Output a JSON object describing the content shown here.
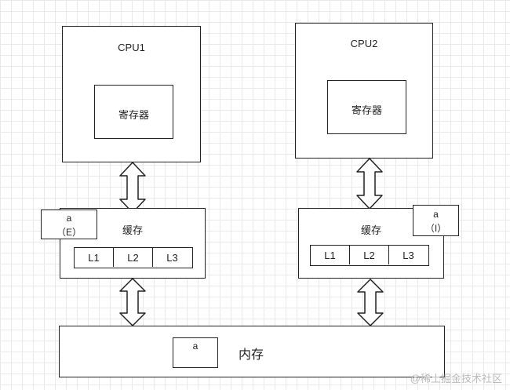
{
  "cpu1": {
    "title": "CPU1",
    "register": "寄存器"
  },
  "cpu2": {
    "title": "CPU2",
    "register": "寄存器"
  },
  "cache_left": {
    "title": "缓存",
    "levels": [
      "L1",
      "L2",
      "L3"
    ],
    "tag": {
      "var": "a",
      "state": "（E）"
    }
  },
  "cache_right": {
    "title": "缓存",
    "levels": [
      "L1",
      "L2",
      "L3"
    ],
    "tag": {
      "var": "a",
      "state": "（I）"
    }
  },
  "memory": {
    "title": "内存",
    "var": "a"
  },
  "watermark": "@稀土掘金技术社区"
}
